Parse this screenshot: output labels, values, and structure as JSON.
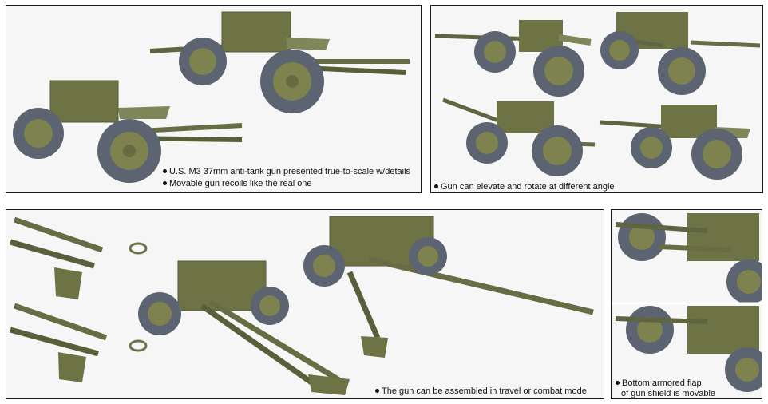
{
  "colors": {
    "olive": "#6e7346",
    "olive_dark": "#555a34",
    "olive_light": "#8a8f5c",
    "tire": "#5b6470",
    "tire_dark": "#444b55",
    "hub": "#7d824f",
    "frame": "#1a1a1a",
    "background": "#f6f6f6"
  },
  "panels": {
    "top_left": {
      "captions": [
        "U.S. M3 37mm anti-tank gun presented true-to-scale w/details",
        "Movable gun recoils like the real one"
      ]
    },
    "top_right": {
      "captions": [
        "Gun can elevate and rotate at different angle"
      ]
    },
    "bottom_left": {
      "captions": [
        "The gun can be assembled in travel or combat mode"
      ]
    },
    "bottom_right": {
      "captions": [
        "Bottom armored flap",
        "of gun shield is movable"
      ]
    }
  }
}
